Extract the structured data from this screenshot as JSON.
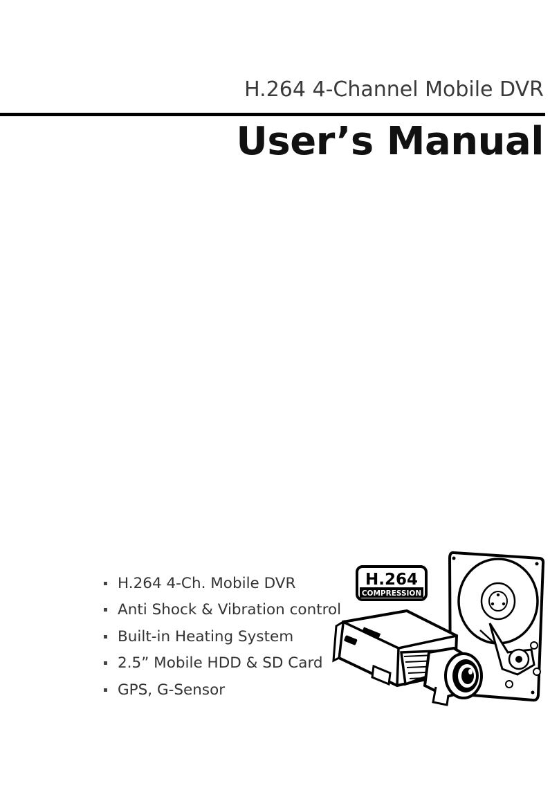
{
  "header": {
    "subtitle": "H.264 4-Channel Mobile DVR",
    "title": "User’s Manual"
  },
  "features": [
    "H.264 4-Ch. Mobile DVR",
    "Anti Shock & Vibration control",
    "Built-in Heating System",
    "2.5” Mobile HDD & SD Card",
    "GPS, G-Sensor"
  ],
  "badge": {
    "codec": "H.264",
    "caption": "COMPRESSION"
  },
  "icons": [
    "camera-icon",
    "hard-disk-icon",
    "h264-compression-badge"
  ]
}
